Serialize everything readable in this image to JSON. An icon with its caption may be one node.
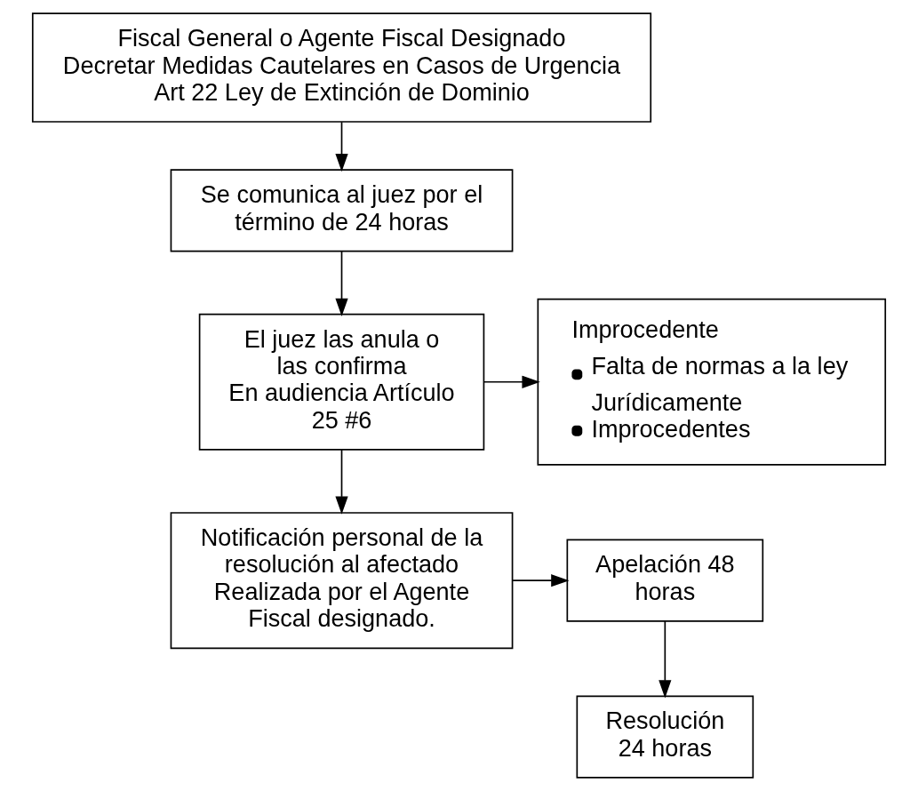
{
  "diagram": {
    "nodes": [
      {
        "text": [
          "Fiscal General o Agente Fiscal Designado Decretar Medidas Cautelares en Casos de Urgencia Art 22 Ley de Extinción de Dominio"
        ]
      },
      {
        "text": [
          "Se comunica al juez por el término de 24 horas"
        ]
      },
      {
        "text": [
          "El juez las anula o las confirma",
          "En audiencia Artículo 25 #6"
        ]
      },
      {
        "text": [
          "Improcedente",
          "Falta de normas a la ley",
          "Jurídicamente Improcedentes"
        ]
      },
      {
        "text": [
          "Notificación personal de la resolución al afectado",
          "Realizada por el Agente Fiscal designado."
        ]
      },
      {
        "text": [
          "Apelación 48 horas"
        ]
      },
      {
        "text": [
          "Resolución 24 horas"
        ]
      }
    ],
    "edges": [
      {
        "from": 0,
        "to": 1,
        "arrow": "to"
      },
      {
        "from": 1,
        "to": 2,
        "arrow": "to"
      },
      {
        "from": 2,
        "to": 3,
        "arrow": "to"
      },
      {
        "from": 2,
        "to": 4,
        "arrow": "to"
      },
      {
        "from": 4,
        "to": 5,
        "arrow": "to"
      },
      {
        "from": 5,
        "to": 6,
        "arrow": "to"
      }
    ]
  }
}
